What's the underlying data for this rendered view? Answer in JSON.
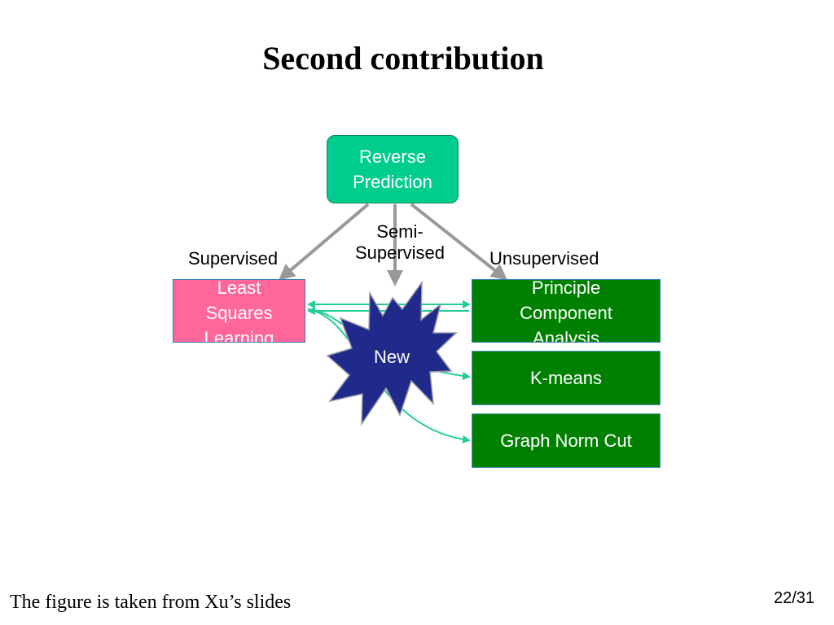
{
  "slide": {
    "title": "Second contribution",
    "footer": "The figure is taken from Xu’s slides",
    "page": "22/31"
  },
  "diagram": {
    "root": "Reverse Prediction",
    "branches": {
      "supervised": "Supervised",
      "semi": "Semi-Supervised",
      "unsupervised": "Unsupervised"
    },
    "nodes": {
      "least_squares": "Least Squares Learning",
      "new": "New",
      "pca": "Principle Component Analysis",
      "kmeans": "K-means",
      "graph_norm_cut": "Graph Norm Cut"
    },
    "colors": {
      "root": "#00cc8e",
      "least_squares": "#ff6699",
      "unsupervised_methods": "#008000",
      "new_star": "#1f2a8a",
      "gray_arrows": "#999999",
      "teal_arrows": "#22cc99"
    }
  }
}
